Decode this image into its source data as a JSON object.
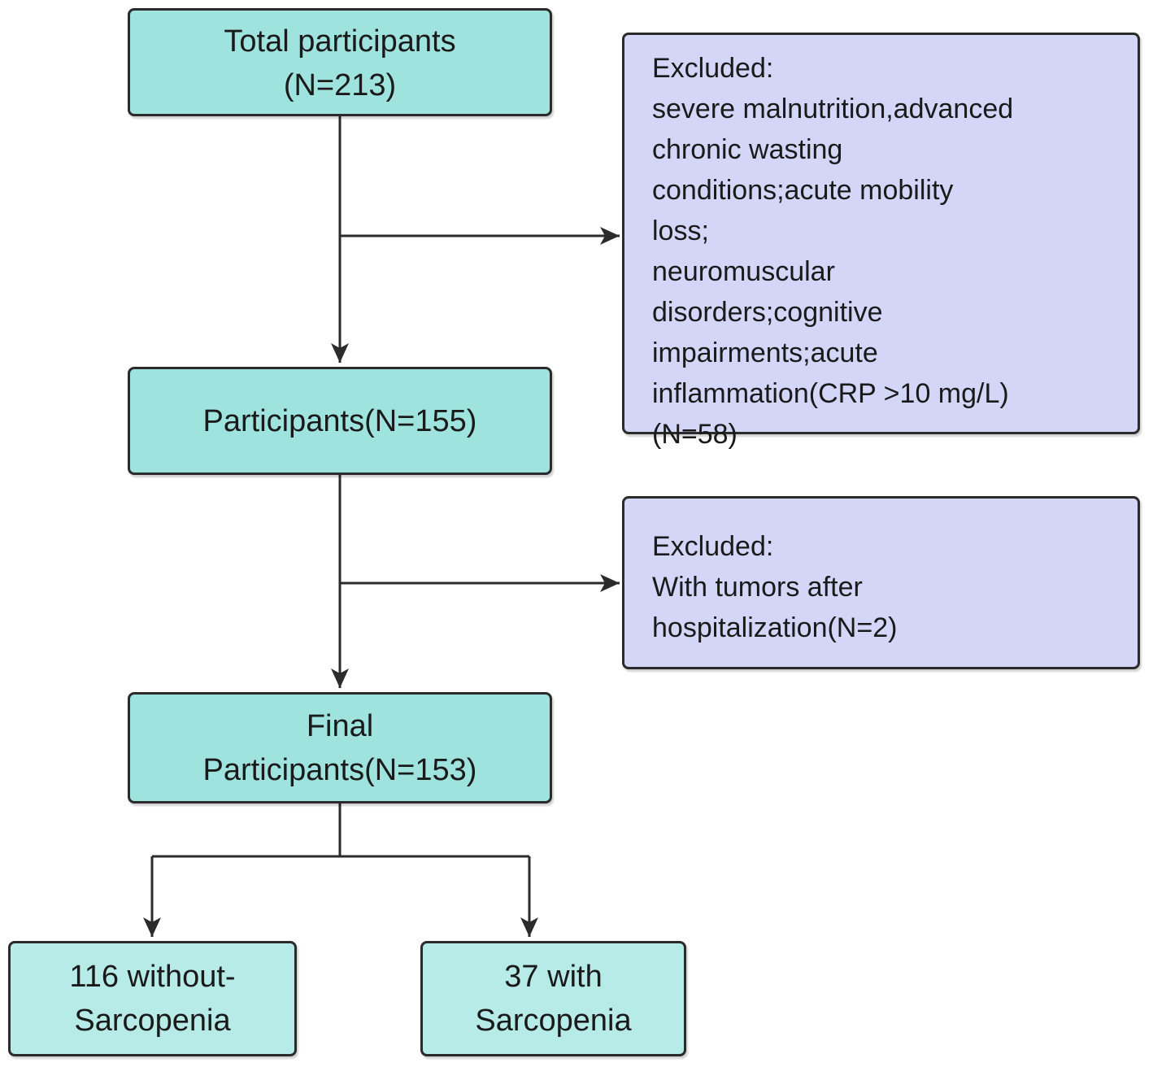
{
  "flowchart": {
    "total": {
      "line1": "Total participants",
      "line2": "(N=213)"
    },
    "excluded_1": {
      "lines": [
        "Excluded:",
        "severe malnutrition,advanced",
        "chronic wasting",
        "conditions;acute mobility",
        "loss;",
        "neuromuscular",
        "disorders;cognitive",
        "impairments;acute",
        "inflammation(CRP >10 mg/L)",
        "(N=58)"
      ]
    },
    "participants": {
      "label": "Participants(N=155)"
    },
    "excluded_2": {
      "lines": [
        "Excluded:",
        "With tumors after",
        "hospitalization(N=2)"
      ]
    },
    "final": {
      "line1": "Final",
      "line2": "Participants(N=153)"
    },
    "without_sarcopenia": {
      "line1": "116 without-",
      "line2": "Sarcopenia"
    },
    "with_sarcopenia": {
      "line1": "37 with",
      "line2": "Sarcopenia"
    }
  },
  "colors": {
    "main_box": "#9fe3df",
    "outcome_box": "#b6ebe8",
    "exclusion_box": "#d3d6f7",
    "border": "#2b2b2b"
  }
}
